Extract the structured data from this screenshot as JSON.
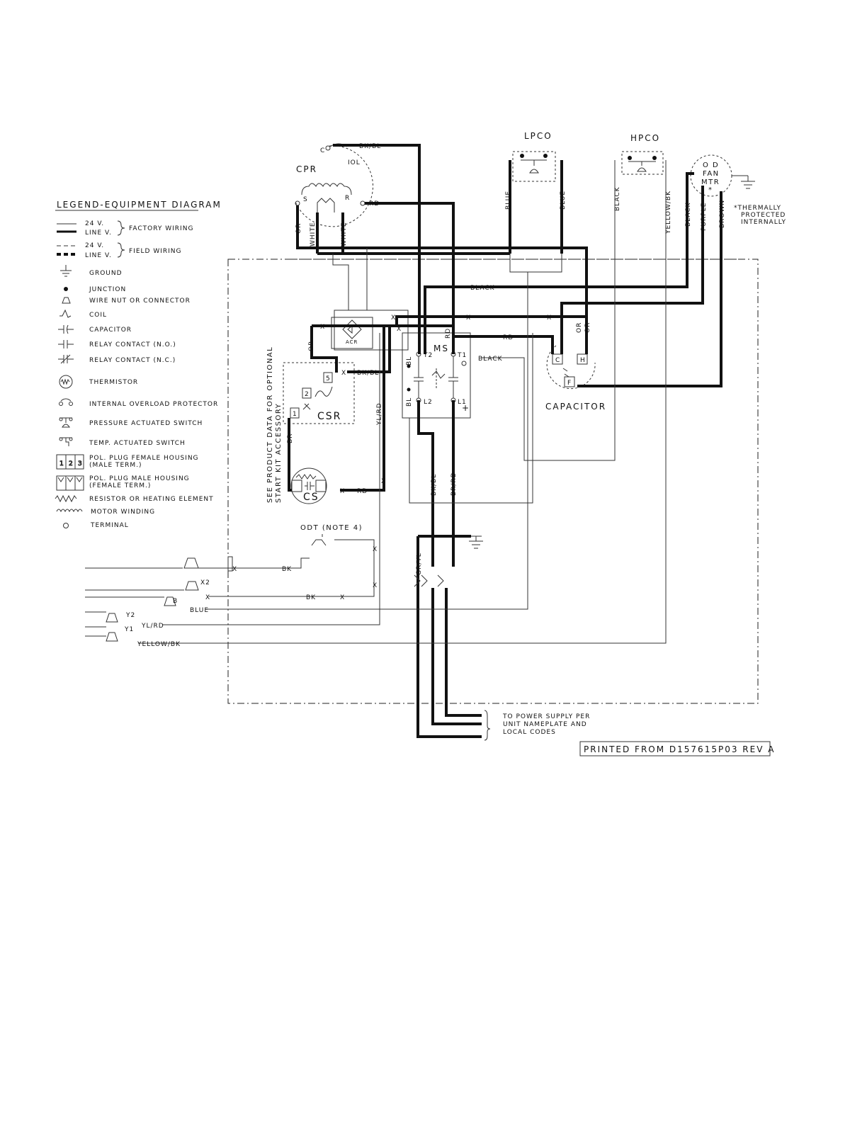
{
  "legend": {
    "title": "LEGEND-EQUIPMENT DIAGRAM",
    "volt_24": "24 V.",
    "line_v": "LINE V.",
    "factory_wiring": "FACTORY WIRING",
    "field_wiring": "FIELD WIRING",
    "items": [
      "GROUND",
      "JUNCTION",
      "WIRE NUT OR CONNECTOR",
      "COIL",
      "CAPACITOR",
      "RELAY CONTACT (N.O.)",
      "RELAY CONTACT (N.C.)",
      "THERMISTOR",
      "INTERNAL OVERLOAD PROTECTOR",
      "PRESSURE ACTUATED SWITCH",
      "TEMP. ACTUATED SWITCH",
      "POL. PLUG FEMALE HOUSING",
      "(MALE TERM.)",
      "POL. PLUG MALE HOUSING",
      "(FEMALE TERM.)",
      "RESISTOR OR HEATING ELEMENT",
      "MOTOR WINDING",
      "TERMINAL"
    ]
  },
  "components": {
    "cpr": "CPR",
    "cpr_c": "C",
    "cpr_s": "S",
    "cpr_r": "R",
    "iol": "IOL",
    "lpco": "LPCO",
    "hpco": "HPCO",
    "fan_o": "O D",
    "fan_fan": "FAN",
    "fan_mtr": "MTR",
    "fan_star": "*",
    "thermally_1": "*THERMALLY",
    "thermally_2": "PROTECTED",
    "thermally_3": "INTERNALLY",
    "ms": "MS",
    "t2": "T2",
    "t1": "T1",
    "l2": "L2",
    "l1": "L1",
    "plus": "+",
    "acr": "ACR",
    "csr": "CSR",
    "cs": "CS",
    "csr_term_5": "5",
    "csr_term_2": "2",
    "csr_term_1": "1",
    "capacitor": "CAPACITOR",
    "cap_c": "C",
    "cap_h": "H",
    "cap_f": "F",
    "odt": "ODT (NOTE 4)",
    "x2": "X2",
    "b": "B",
    "y2": "Y2",
    "y1": "Y1",
    "start_kit_1": "SEE PRODUCT DATA FOR OPTIONAL",
    "start_kit_2": "START KIT ACCESSORY"
  },
  "wires": {
    "bk_bl": "BK/BL",
    "rd": "RD",
    "or": "OR",
    "white": "WHITE",
    "blue": "BLUE",
    "black": "BLACK",
    "yellow_bk": "YELLOW/BK",
    "purple": "PURPLE",
    "brown": "BROWN",
    "bk": "BK",
    "yl_rd": "YL/RD",
    "br": "BR",
    "bl": "BL",
    "br_rd": "BR/RD",
    "gr_yl": "GR/YL",
    "blue_field": "BLUE",
    "yl_rd_field": "YL/RD",
    "yellow_bk_field": "YELLOW/BK",
    "x": "X"
  },
  "power_note": [
    "TO POWER SUPPLY PER",
    "UNIT NAMEPLATE AND",
    "LOCAL CODES"
  ],
  "printed_from": "PRINTED FROM  D157615P03 REV A"
}
